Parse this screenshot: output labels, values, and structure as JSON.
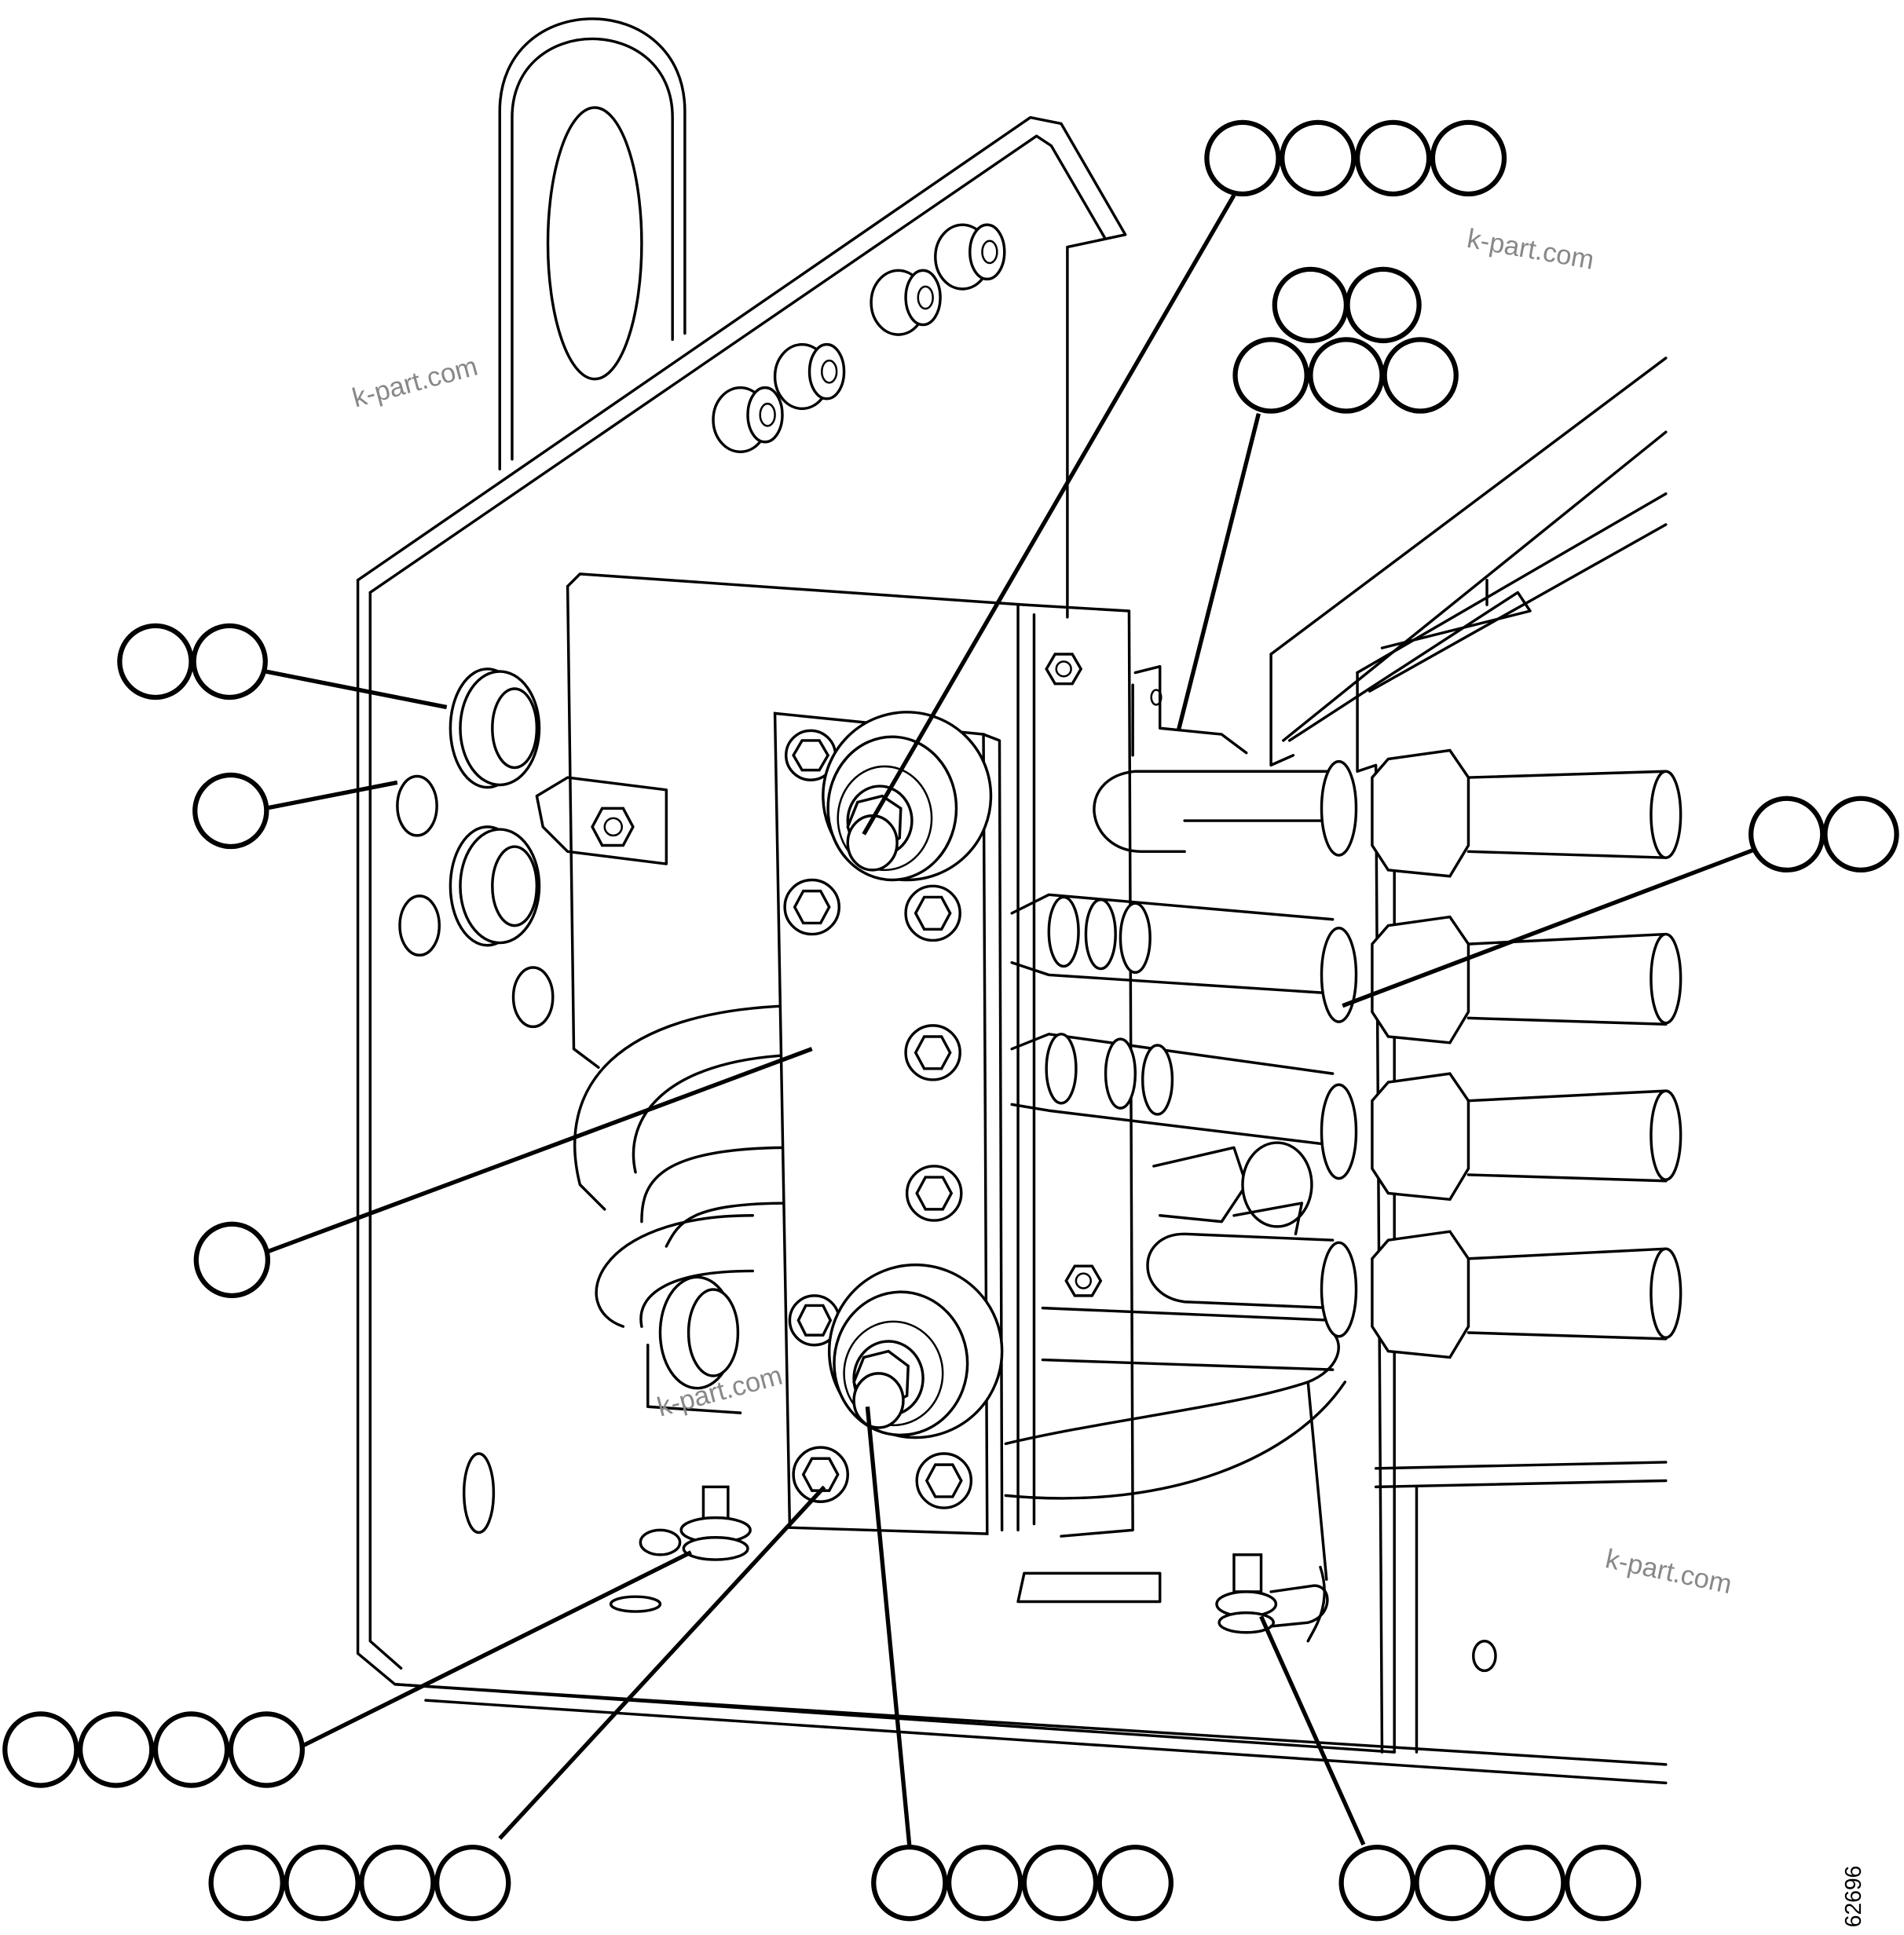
{
  "watermarks": [
    "k-part.com",
    "k-part.com",
    "k-part.com",
    "k-part.com"
  ],
  "drawing_number": "62696",
  "callout_groups": [
    {
      "id": "group-top-bolt",
      "bubble_count": 4
    },
    {
      "id": "group-upper-right",
      "bubble_count": 5
    },
    {
      "id": "group-left-grommet",
      "bubble_count": 2
    },
    {
      "id": "group-left-plug",
      "bubble_count": 1
    },
    {
      "id": "group-right-fitting",
      "bubble_count": 2
    },
    {
      "id": "group-center-plate",
      "bubble_count": 1
    },
    {
      "id": "group-lower-left",
      "bubble_count": 4
    },
    {
      "id": "group-bottom-left",
      "bubble_count": 4
    },
    {
      "id": "group-bottom-center",
      "bubble_count": 4
    },
    {
      "id": "group-bottom-right",
      "bubble_count": 4
    }
  ]
}
